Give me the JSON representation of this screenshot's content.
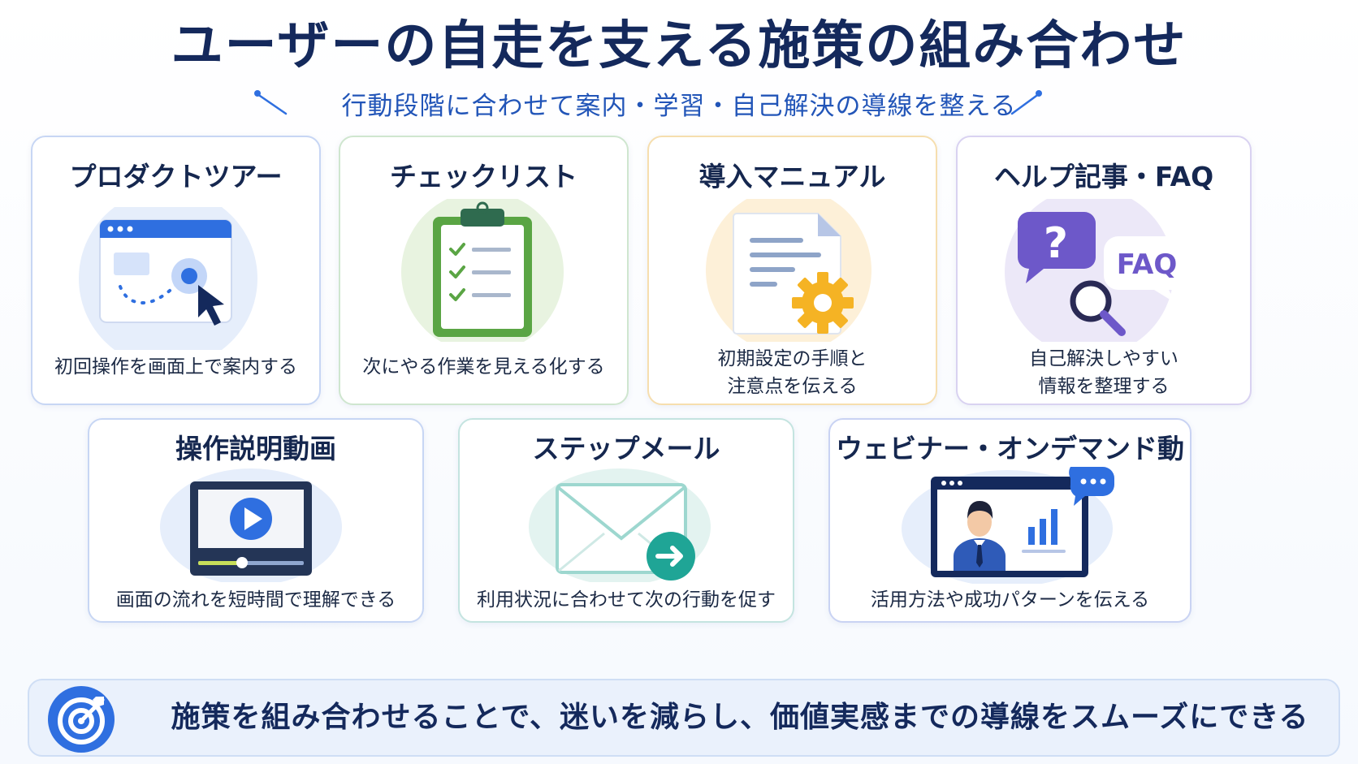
{
  "title": "ユーザーの自走を支える施策の組み合わせ",
  "subtitle": "行動段階に合わせて案内・学習・自己解決の導線を整える",
  "cards": [
    {
      "title": "プロダクトツアー",
      "desc": [
        "初回操作を画面上で案内する"
      ],
      "border": "#c7d6f4",
      "icon": "product-tour-illustration"
    },
    {
      "title": "チェックリスト",
      "desc": [
        "次にやる作業を見える化する"
      ],
      "border": "#cfe6cf",
      "icon": "checklist-clipboard-illustration"
    },
    {
      "title": "導入マニュアル",
      "desc": [
        "初期設定の手順と",
        "注意点を伝える"
      ],
      "border": "#f6deae",
      "icon": "manual-document-gear-illustration"
    },
    {
      "title": "ヘルプ記事・FAQ",
      "desc": [
        "自己解決しやすい",
        "情報を整理する"
      ],
      "border": "#d9d2f1",
      "icon": "faq-question-bubble-illustration"
    },
    {
      "title": "操作説明動画",
      "desc": [
        "画面の流れを短時間で理解できる"
      ],
      "border": "#c7d6f4",
      "icon": "video-player-illustration"
    },
    {
      "title": "ステップメール",
      "desc": [
        "利用状況に合わせて次の行動を促す"
      ],
      "border": "#c4e4e0",
      "icon": "envelope-arrow-illustration"
    },
    {
      "title": "ウェビナー・オンデマンド動画",
      "desc": [
        "活用方法や成功パターンを伝える"
      ],
      "border": "#c9d3f3",
      "icon": "webinar-presenter-illustration"
    }
  ],
  "faq_label": "FAQ",
  "footer": {
    "text": "施策を組み合わせることで、迷いを減らし、価値実感までの導線をスムーズにできる"
  },
  "colors": {
    "title": "#14295c",
    "subtitle": "#2255b8",
    "accent_blue": "#2f6fe0",
    "green": "#5aa544",
    "orange": "#f5b324",
    "purple": "#6d58c9",
    "teal": "#1fa596"
  }
}
